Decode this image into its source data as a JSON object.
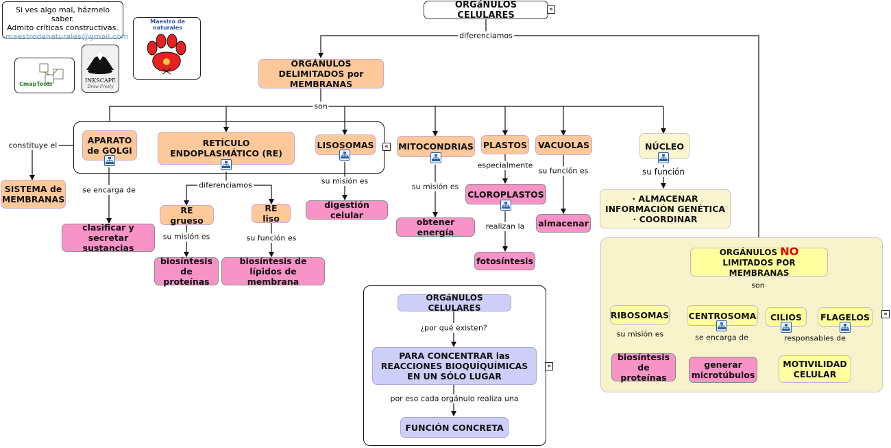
{
  "nodes": {
    "main": "ORGáNULOS CELULARES",
    "delimitados": "ORGÁNULOS DELIMITADOS por MEMBRANAS",
    "golgi": "APARATO de GOLGI",
    "reticulo": "RETÍCULO ENDOPLASMÁTICO (RE)",
    "lisosomas": "LISOSOMAS",
    "mitocondrias": "MITOCONDRIAS",
    "plastos": "PLASTOS",
    "vacuolas": "VACUOLAS",
    "nucleo": "NÚCLEO",
    "sistema": "SISTEMA de MEMBRANAS",
    "clasificar": "clasificar y secretar sustancias",
    "re_grueso": "RE grueso",
    "re_liso": "RE liso",
    "biosintesis_prot": "biosíntesis de proteínas",
    "biosintesis_lip": "biosíntesis de lípidos de membrana",
    "digestion": "digestión celular",
    "obtener": "obtener energía",
    "cloroplastos": "CLOROPLASTOS",
    "fotosintesis": "fotosíntesis",
    "almacenar": "almacenar",
    "almacenar_info": "· ALMACENAR INFORMACIÓN GENÉTICA · COORDINAR",
    "no_limitados_a": "ORGÁNULOS",
    "no_limitados_no": "NO",
    "no_limitados_b": "LIMITADOS POR MEMBRANAS",
    "ribosomas": "RIBOSOMAS",
    "centrosoma": "CENTROSOMA",
    "cilios": "CILIOS",
    "flagelos": "FLAGELOS",
    "biosintesis_prot2": "biosíntesis de proteínas",
    "microtubulos": "generar microtúbulos",
    "motilidad": "MOTIVILIDAD CELULAR",
    "organulos_celulares2": "ORGáNULOS CELULARES",
    "concentrar": "PARA CONCENTRAR las REACCIONES BIOQUÍQUÍMICAS EN UN SÓLO LUGAR",
    "funcion": "FUNCIÓN CONCRETA"
  },
  "links": {
    "diferenciamos": "diferenciamos",
    "son": "son",
    "constituye": "constituye el",
    "se_encarga": "se encarga de",
    "diferenciamos2": "diferenciamos",
    "su_mision_grueso": "su misión es",
    "su_funcion_liso": "su función es",
    "su_mision_lis": "su misión es",
    "su_mision_mit": "su misión es",
    "especialmente": "especialmente",
    "realizan": "realizan la",
    "su_funcion_vac": "su función es",
    "su_funcion_nuc": "su función",
    "son2": "son",
    "su_mision_rib": "su misión es",
    "se_encarga2": "se encarga de",
    "responsables": "responsables de",
    "por_que": "¿por qué existen?",
    "por_eso": "por eso cada orgánulo realiza una"
  },
  "note": {
    "line1": "Si ves algo mal, házmelo saber.",
    "line2": "Admito críticas constructivas.",
    "email": "maestrodenaturales@gmail.com"
  },
  "logos": {
    "cmap": "CmapTools",
    "inkscape": "INKSCAPE",
    "inkscape_tag": "Draw Freely",
    "maestro": "Maestro de naturales"
  },
  "colors": {
    "orange": "#fdc99a",
    "pink": "#f793c6",
    "yellow": "#ffff9e",
    "cream": "#fbf6cf",
    "lavender": "#cdcff8",
    "red": "#e00000"
  }
}
